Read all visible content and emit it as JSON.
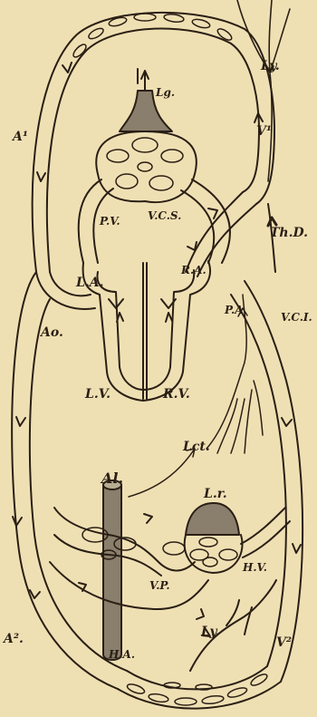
{
  "figure": {
    "labels": {
      "ly_top": "Ly.",
      "v1": "V¹",
      "a1": "A¹",
      "lg": "Lg.",
      "thd": "Th.D.",
      "pv": "P.V.",
      "vcs": "V.C.S.",
      "la": "L.A.",
      "ra": "R.A.",
      "pa": "P.A.",
      "ao": "Ao.",
      "vci": "V.C.I.",
      "lv": "L.V.",
      "rv": "R.V.",
      "lct": "Lct.",
      "al": "Al.",
      "lr": "L.r.",
      "vp": "V.P.",
      "hv": "H.V.",
      "a2": "A².",
      "ly_bottom": "Ly.",
      "v2": "V²",
      "ha": "H.A."
    }
  }
}
